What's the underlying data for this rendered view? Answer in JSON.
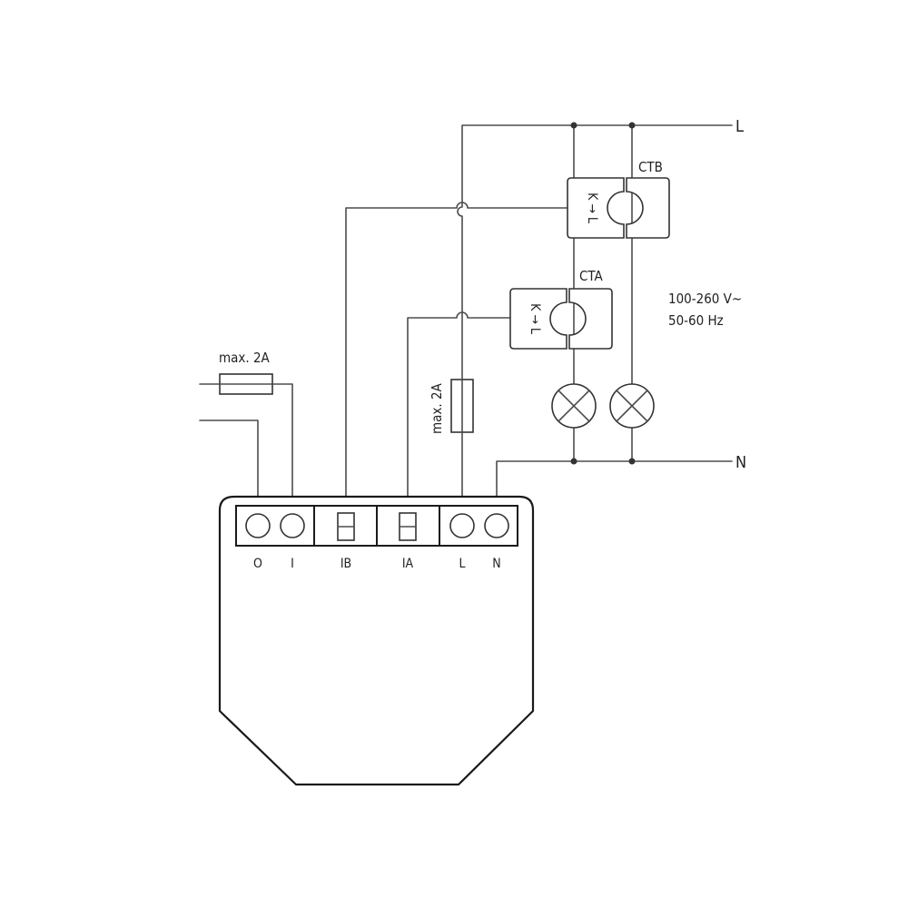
{
  "lines": {
    "live": "L",
    "neutral": "N"
  },
  "supply": {
    "voltage": "100-260 V~",
    "frequency": "50-60 Hz"
  },
  "fuses": {
    "input_fuse": "max. 2A",
    "supply_fuse": "max. 2A"
  },
  "clamps": {
    "ctb": {
      "name": "CTB",
      "arrow_text": "K → L"
    },
    "cta": {
      "name": "CTA",
      "arrow_text": "K → L"
    }
  },
  "device": {
    "terminals": [
      "O",
      "I",
      "IB",
      "IA",
      "L",
      "N"
    ]
  }
}
